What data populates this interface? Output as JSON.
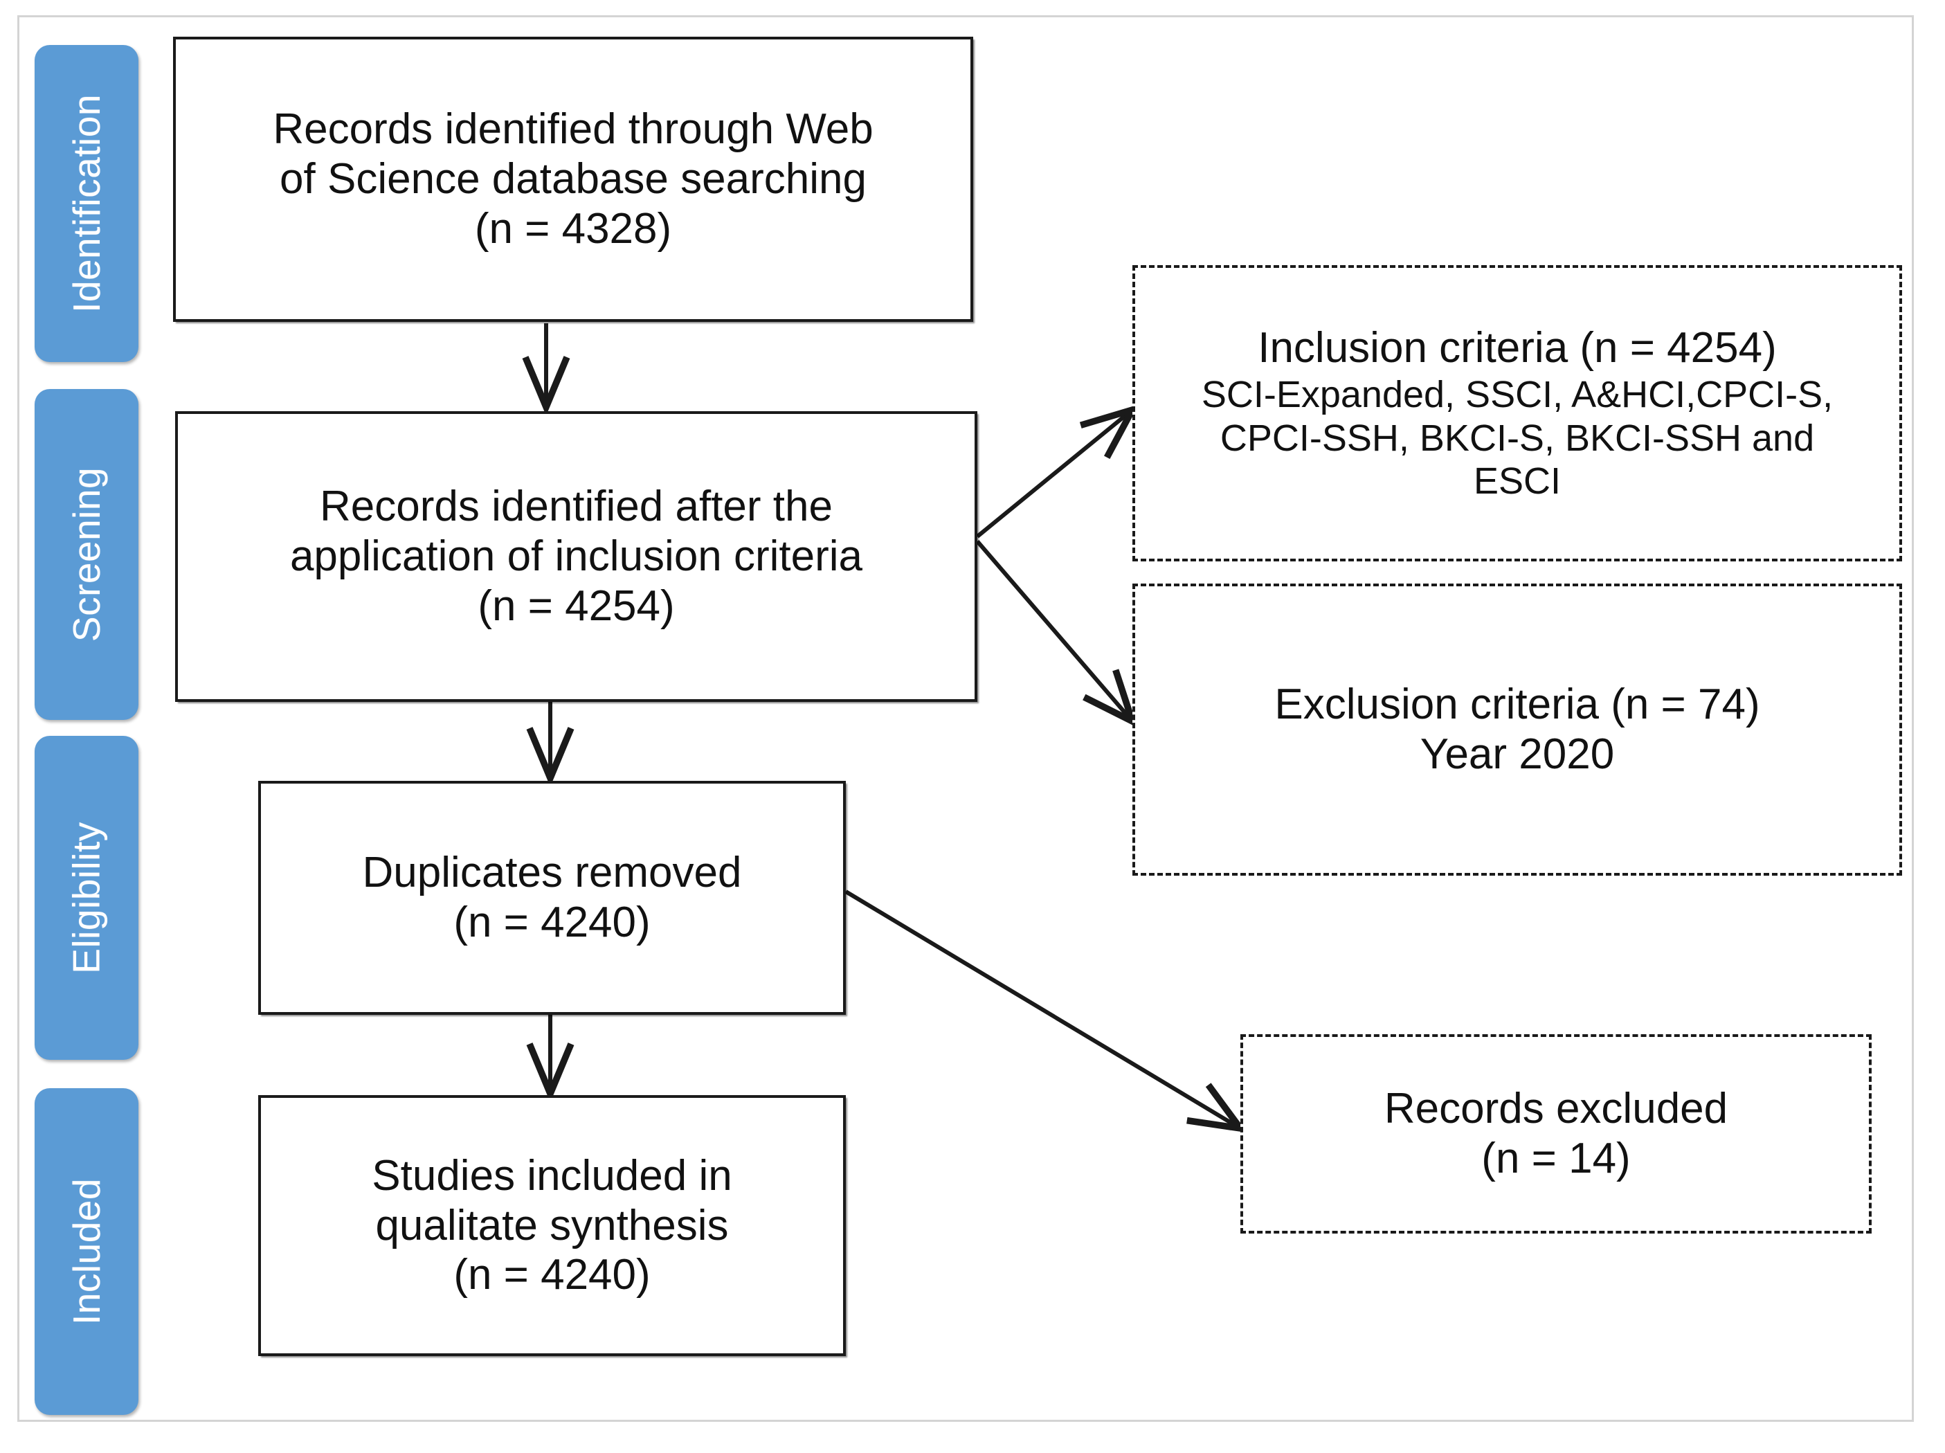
{
  "diagram": {
    "type": "prisma-flow-diagram",
    "stages": [
      {
        "id": "identification",
        "label": "Identification"
      },
      {
        "id": "screening",
        "label": "Screening"
      },
      {
        "id": "eligibility",
        "label": "Eligibility"
      },
      {
        "id": "included",
        "label": "Included"
      }
    ],
    "colors": {
      "stage_fill": "#5B9BD5",
      "stage_text": "#FFFFFF",
      "box_border": "#1A1A1A",
      "box_fill": "#FFFFFF",
      "frame": "#D4D4D4",
      "connector": "#1A1A1A"
    },
    "boxes": [
      {
        "id": "records-identified",
        "style": "solid",
        "lines": [
          "Records identified through Web",
          "of Science database searching",
          "(n = 4328)"
        ]
      },
      {
        "id": "records-after-inclusion",
        "style": "solid",
        "lines": [
          "Records identified after the",
          "application of inclusion criteria",
          "(n = 4254)"
        ]
      },
      {
        "id": "duplicates-removed",
        "style": "solid",
        "lines": [
          "Duplicates removed",
          "(n = 4240)"
        ]
      },
      {
        "id": "studies-included",
        "style": "solid",
        "lines": [
          "Studies included in",
          "qualitate synthesis",
          "(n = 4240)"
        ]
      },
      {
        "id": "inclusion-criteria",
        "style": "dashed",
        "lines": [
          "Inclusion criteria (n = 4254)",
          "SCI-Expanded, SSCI, A&HCI,CPCI-S,",
          "CPCI-SSH, BKCI-S, BKCI-SSH and",
          "ESCI"
        ]
      },
      {
        "id": "exclusion-criteria",
        "style": "dashed",
        "lines": [
          "Exclusion criteria (n = 74)",
          "Year 2020"
        ]
      },
      {
        "id": "records-excluded",
        "style": "dashed",
        "lines": [
          "Records excluded",
          "(n = 14)"
        ]
      }
    ],
    "counts": {
      "records_identified": 4328,
      "records_after_inclusion_criteria": 4254,
      "inclusion_criteria": 4254,
      "exclusion_criteria": 74,
      "duplicates_removed": 4240,
      "records_excluded": 14,
      "studies_included": 4240
    },
    "connectors": [
      {
        "id": "arrow-identified-to-screened",
        "from": "records-identified",
        "to": "records-after-inclusion"
      },
      {
        "id": "arrow-screened-to-inclusion",
        "from": "records-after-inclusion",
        "to": "inclusion-criteria"
      },
      {
        "id": "arrow-screened-to-exclusion",
        "from": "records-after-inclusion",
        "to": "exclusion-criteria"
      },
      {
        "id": "arrow-screened-to-duplicates",
        "from": "records-after-inclusion",
        "to": "duplicates-removed"
      },
      {
        "id": "arrow-duplicates-to-excluded",
        "from": "duplicates-removed",
        "to": "records-excluded"
      },
      {
        "id": "arrow-duplicates-to-studies",
        "from": "duplicates-removed",
        "to": "studies-included"
      }
    ]
  }
}
